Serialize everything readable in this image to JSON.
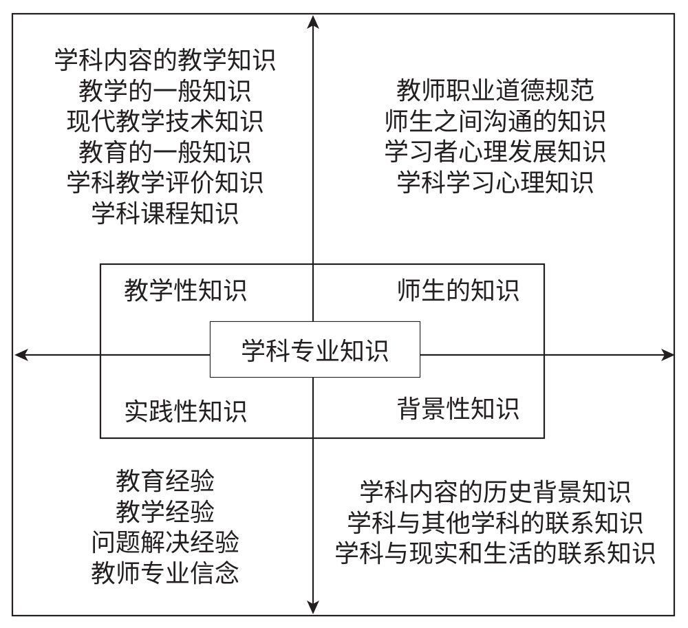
{
  "diagram": {
    "center": "学科专业知识",
    "inner": {
      "top_left": "教学性知识",
      "top_right": "师生的知识",
      "bottom_left": "实践性知识",
      "bottom_right": "背景性知识"
    },
    "outer": {
      "top_left": [
        "学科内容的教学知识",
        "教学的一般知识",
        "现代教学技术知识",
        "教育的一般知识",
        "学科教学评价知识",
        "学科课程知识"
      ],
      "top_right": [
        "教师职业道德规范",
        "师生之间沟通的知识",
        "学习者心理发展知识",
        "学科学习心理知识"
      ],
      "bottom_left": [
        "教育经验",
        "教学经验",
        "问题解决经验",
        "教师专业信念"
      ],
      "bottom_right": [
        "学科内容的历史背景知识",
        "学科与其他学科的联系知识",
        "学科与现实和生活的联系知识"
      ]
    },
    "colors": {
      "line": "#231f20",
      "background": "#ffffff"
    }
  }
}
